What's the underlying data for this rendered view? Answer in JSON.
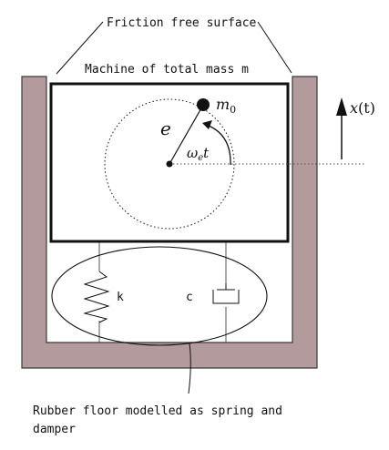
{
  "labels": {
    "top_annotation": "Friction free surface",
    "machine_title": "Machine of total mass m",
    "eccentricity": "e",
    "unbalanced_mass_base": "m",
    "unbalanced_mass_sub": "0",
    "angle_omega": "ω",
    "angle_sub": "e",
    "angle_t": "t",
    "displacement_x": "x",
    "displacement_arg": "(t)",
    "spring_label": "k",
    "damper_label": "c",
    "bottom_annotation_line1": "Rubber floor modelled as spring and",
    "bottom_annotation_line2": "damper"
  },
  "colors": {
    "wall_fill": "#b39b9d",
    "wall_stroke": "#3a3a3a",
    "line": "#111111",
    "background": "#ffffff"
  }
}
